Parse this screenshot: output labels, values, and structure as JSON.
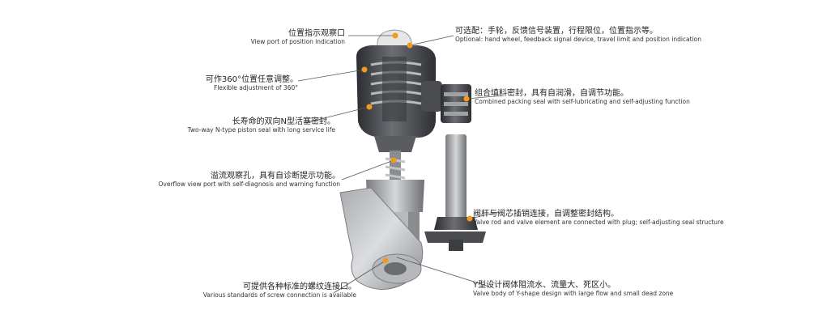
{
  "callouts": [
    {
      "zh": "位置指示观察口",
      "en": "View port of position indication"
    },
    {
      "zh": "可作360°位置任意调整。",
      "en": "Flexible adjustment of 360°"
    },
    {
      "zh": "长寿命的双向N型活塞密封。",
      "en": "Two-way N-type piston seal with long service life"
    },
    {
      "zh": "溢流观察孔，具有自诊断提示功能。",
      "en": "Overflow view port with self-diagnosis and warning function"
    },
    {
      "zh": "可提供各种标准的螺纹连接口。",
      "en": "Various standards of screw connection is available"
    },
    {
      "zh": "可选配：手轮，反馈信号装置，行程限位，位置指示等。",
      "en": "Optional: hand wheel, feedback signal device, travel limit and position indication"
    },
    {
      "zh": "组合填料密封，具有自润滑，自调节功能。",
      "en": "Combined packing seal with self-lubricating and self-adjusting function"
    },
    {
      "zh": "阀杆与阀芯插销连接，自调整密封结构。",
      "en": "Valve rod and valve element are connected with plug; self-adjusting seal structure"
    },
    {
      "zh": "Y型设计阀体阻流水、流量大、死区小。",
      "en": "Valve body of Y-shape design with large flow and small dead zone"
    }
  ],
  "colors": {
    "marker": "#f39a1e",
    "leader": "#555555",
    "metal_dark": "#3d3f43",
    "metal_light": "#9a9ca0"
  }
}
